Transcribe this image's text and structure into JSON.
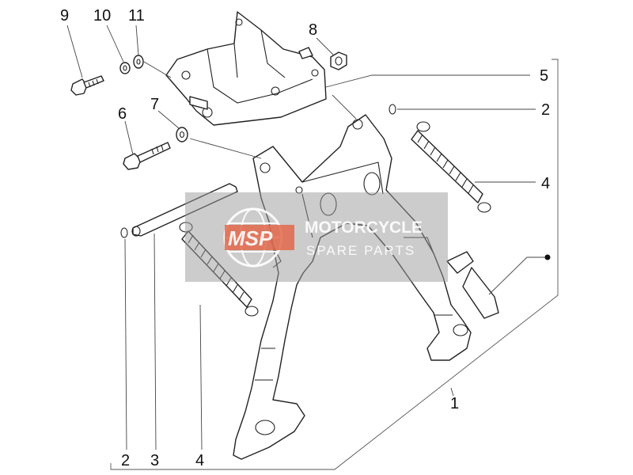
{
  "callouts": [
    {
      "id": "c9",
      "text": "9"
    },
    {
      "id": "c10",
      "text": "10"
    },
    {
      "id": "c11",
      "text": "11"
    },
    {
      "id": "c8",
      "text": "8"
    },
    {
      "id": "c5",
      "text": "5"
    },
    {
      "id": "c7",
      "text": "7"
    },
    {
      "id": "c6",
      "text": "6"
    },
    {
      "id": "c2a",
      "text": "2"
    },
    {
      "id": "c4a",
      "text": "4"
    },
    {
      "id": "c1",
      "text": "1"
    },
    {
      "id": "c2b",
      "text": "2"
    },
    {
      "id": "c3",
      "text": "3"
    },
    {
      "id": "c4b",
      "text": "4"
    }
  ],
  "watermark": {
    "logo": "MSP",
    "line1": "MOTORCYCLE",
    "line2": "SPARE PARTS"
  }
}
